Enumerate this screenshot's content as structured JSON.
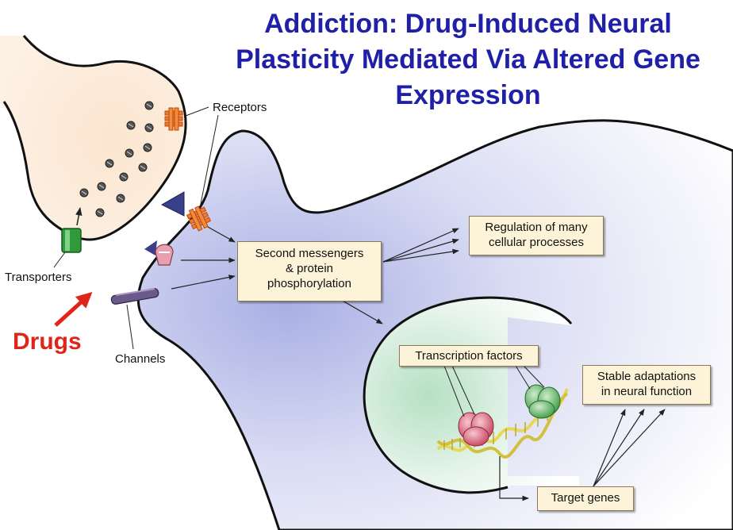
{
  "title": "Addiction: Drug-Induced Neural Plasticity Mediated Via Altered Gene Expression",
  "labels": {
    "receptors": "Receptors",
    "transporters": "Transporters",
    "channels": "Channels",
    "drugs": "Drugs"
  },
  "boxes": {
    "second_messengers": [
      "Second messengers",
      "& protein",
      "phosphorylation"
    ],
    "regulation": [
      "Regulation of many",
      "cellular processes"
    ],
    "transcription_factors": "Transcription factors",
    "stable_adaptations": [
      "Stable adaptations",
      "in neural function"
    ],
    "target_genes": "Target genes"
  },
  "colors": {
    "title": "#1f1fa8",
    "drugs": "#e02418",
    "box_fill": "#fdf3d8",
    "presynaptic_fill": "#f8ead9",
    "postsynaptic_fill": "#c8cdee",
    "nucleus_fill": "#cfe9d6",
    "receptor": "#f07a2a",
    "transporter": "#2f9a3a",
    "channel": "#6a5a8a",
    "ligand": "#3a3f8a",
    "tf_red": "#d9607a",
    "tf_green": "#59b85e",
    "dna": "#e8d85a"
  },
  "icons": [
    "receptor-icon",
    "transporter-icon",
    "channel-icon",
    "ligand-triangle-icon",
    "vesicle-icon",
    "transcription-factor-icon",
    "dna-helix-icon"
  ]
}
